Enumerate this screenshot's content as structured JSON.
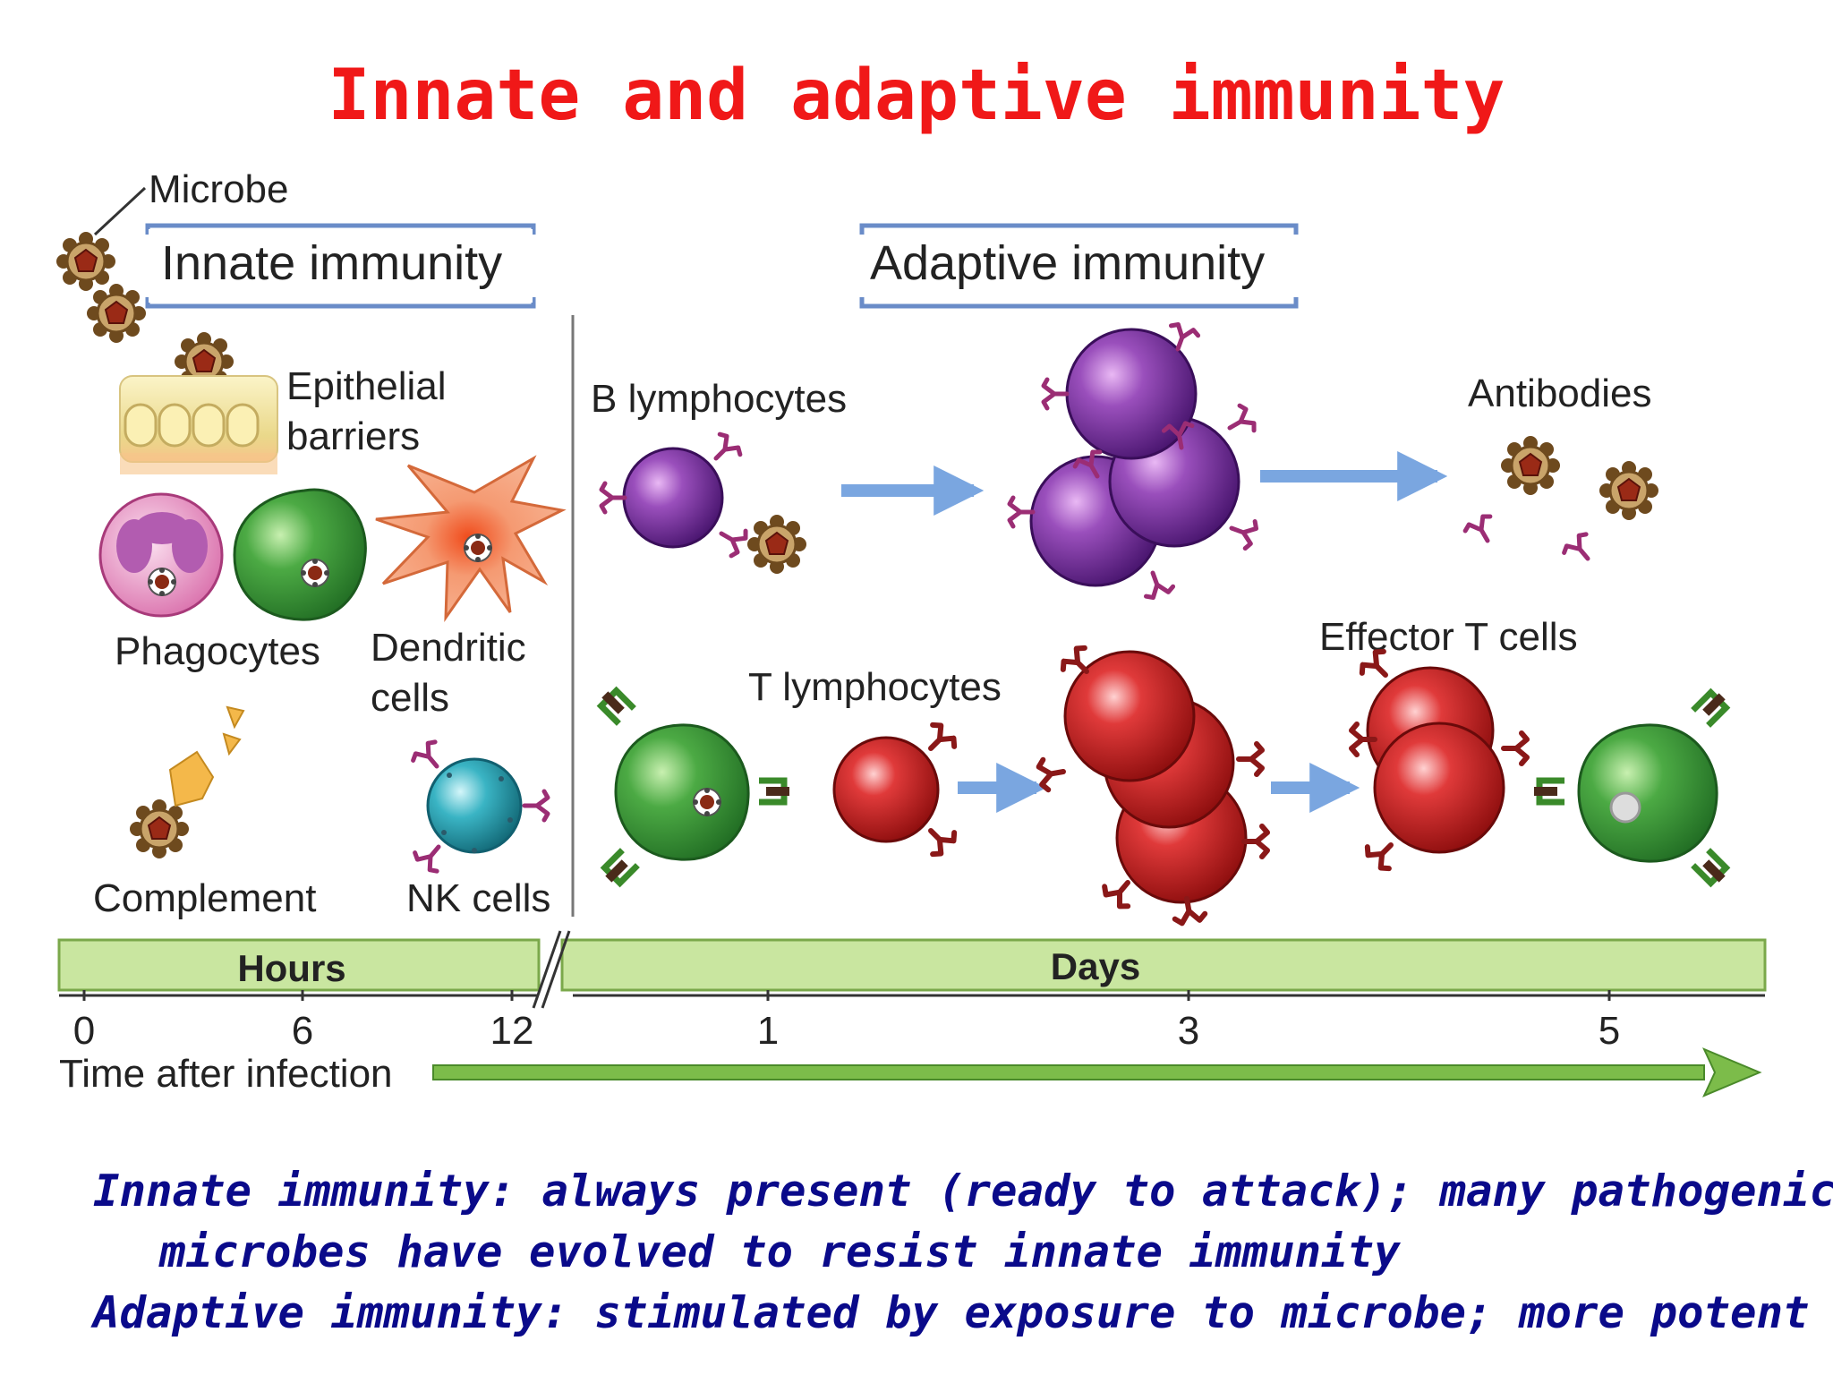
{
  "title": "Innate and adaptive immunity",
  "diagram": {
    "microbe_label": "Microbe",
    "innate_header": "Innate immunity",
    "adaptive_header": "Adaptive immunity",
    "epithelial_line1": "Epithelial",
    "epithelial_line2": "barriers",
    "phagocytes": "Phagocytes",
    "dendritic_line1": "Dendritic",
    "dendritic_line2": "cells",
    "complement": "Complement",
    "nk_cells": "NK cells",
    "b_lymphocytes": "B lymphocytes",
    "antibodies": "Antibodies",
    "t_lymphocytes": "T lymphocytes",
    "effector_t_cells": "Effector T cells",
    "hours": "Hours",
    "days": "Days",
    "ticks": [
      "0",
      "6",
      "12",
      "1",
      "3",
      "5"
    ],
    "time_axis_label": "Time after infection"
  },
  "footer": {
    "line1": "Innate immunity: always present (ready to attack); many pathogenic",
    "line2": "microbes have evolved to resist innate immunity",
    "line3": "Adaptive immunity: stimulated by exposure to microbe; more potent"
  },
  "colors": {
    "title": "#f01818",
    "footer_text": "#0a0a8a",
    "timeline_bar": "#c9e6a0",
    "time_arrow": "#7cbc4a",
    "b_cell": "#8a3aa8",
    "t_cell": "#d42424",
    "phagocyte": "#3f9a3c",
    "nk_cell": "#2aa6b4",
    "microbe": "#8a2a14",
    "progress_arrow": "#7aa6e0"
  }
}
